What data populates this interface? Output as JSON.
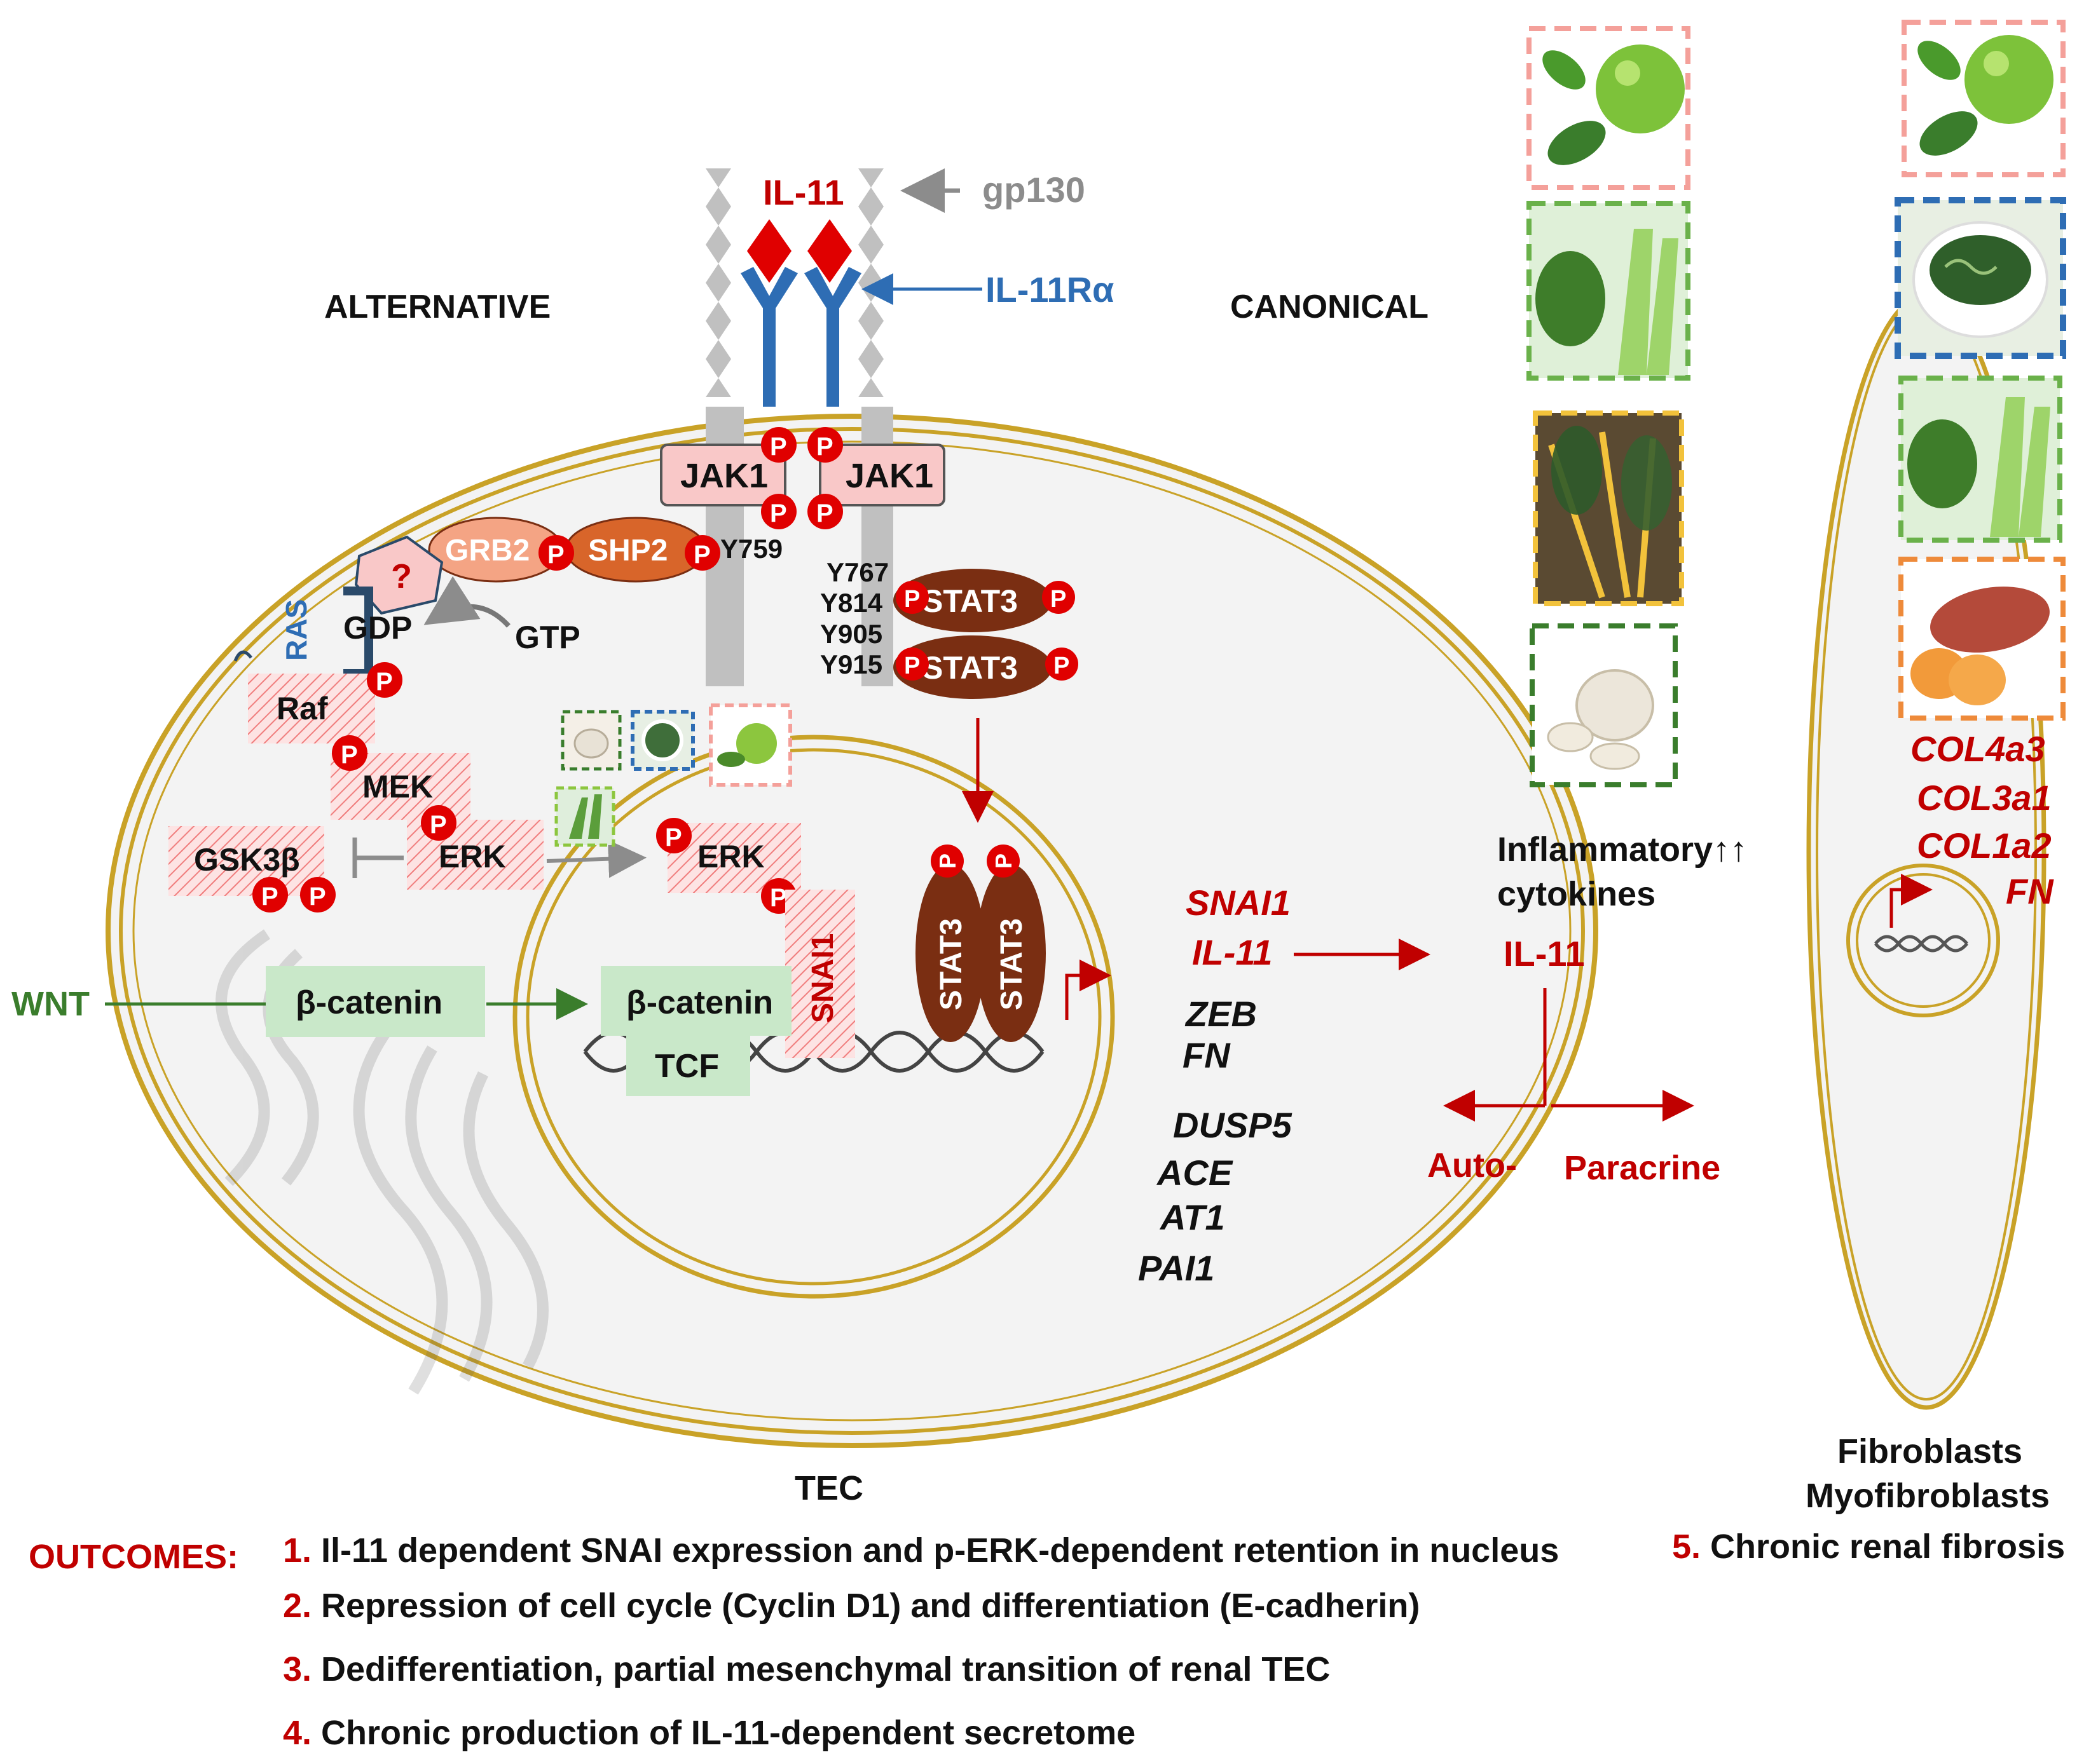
{
  "labels": {
    "il11": "IL-11",
    "gp130": "gp130",
    "il11ra": "IL-11Rα",
    "alternative": "ALTERNATIVE",
    "canonical": "CANONICAL",
    "jak1": "JAK1",
    "grb2": "GRB2",
    "shp2": "SHP2",
    "y759": "Y759",
    "unknown": "?",
    "ras": "RAS",
    "gdp": "GDP",
    "gtp": "GTP",
    "raf": "Raf",
    "mek": "MEK",
    "erk": "ERK",
    "gsk3b": "GSK3β",
    "wnt": "WNT",
    "beta_catenin": "β-catenin",
    "beta_catenin_nuc": "β-catenin",
    "tcf": "TCF",
    "snai1_box": "SNAI1",
    "stat3": "STAT3",
    "phospho": "P",
    "y767": "Y767",
    "y814": "Y814",
    "y905": "Y905",
    "y915": "Y915",
    "inflammatory": "Inflammatory↑↑",
    "cytokines": "cytokines",
    "il11_secreted": "IL-11",
    "auto": "Auto-",
    "paracrine": "Paracrine",
    "tec": "TEC",
    "fibroblasts": "Fibroblasts",
    "myofibroblasts": "Myofibroblasts"
  },
  "target_genes": {
    "red": [
      "SNAI1",
      "IL-11"
    ],
    "black": [
      "ZEB",
      "FN",
      "DUSP5",
      "ACE",
      "AT1",
      "PAI1"
    ]
  },
  "fibro_genes": [
    "COL4a3",
    "COL3a1",
    "COL1a2",
    "FN"
  ],
  "outcomes": {
    "title": "OUTCOMES:",
    "items": [
      {
        "num": "1.",
        "text": "Il-11 dependent SNAI expression and p-ERK-dependent retention in nucleus"
      },
      {
        "num": "2.",
        "text": "Repression of cell cycle (Cyclin D1) and differentiation (E-cadherin)"
      },
      {
        "num": "3.",
        "text": "Dedifferentiation, partial mesenchymal  transition of renal TEC"
      },
      {
        "num": "4.",
        "text": "Chronic production of  IL-11-dependent secretome"
      },
      {
        "num": "5.",
        "text": "Chronic renal fibrosis"
      }
    ]
  },
  "images": {
    "lime": "lime-image",
    "celery": "celery-image",
    "chard": "chard-image",
    "garlic": "garlic-image",
    "seaweed": "seaweed-image",
    "sweet_potato": "sweet-potato-image"
  },
  "colors": {
    "membrane": "#c9a227",
    "cell_fill": "#f2f2f2",
    "red_text": "#c00000",
    "blue_text": "#2e6db4",
    "green_text": "#3a7d2c",
    "stat3": "#7a2e12",
    "phospho": "#e00000",
    "jak_fill": "#f9c8c8",
    "grb2": "#f4a484",
    "shp2": "#d8652a",
    "catenin": "#c9e8c9"
  }
}
